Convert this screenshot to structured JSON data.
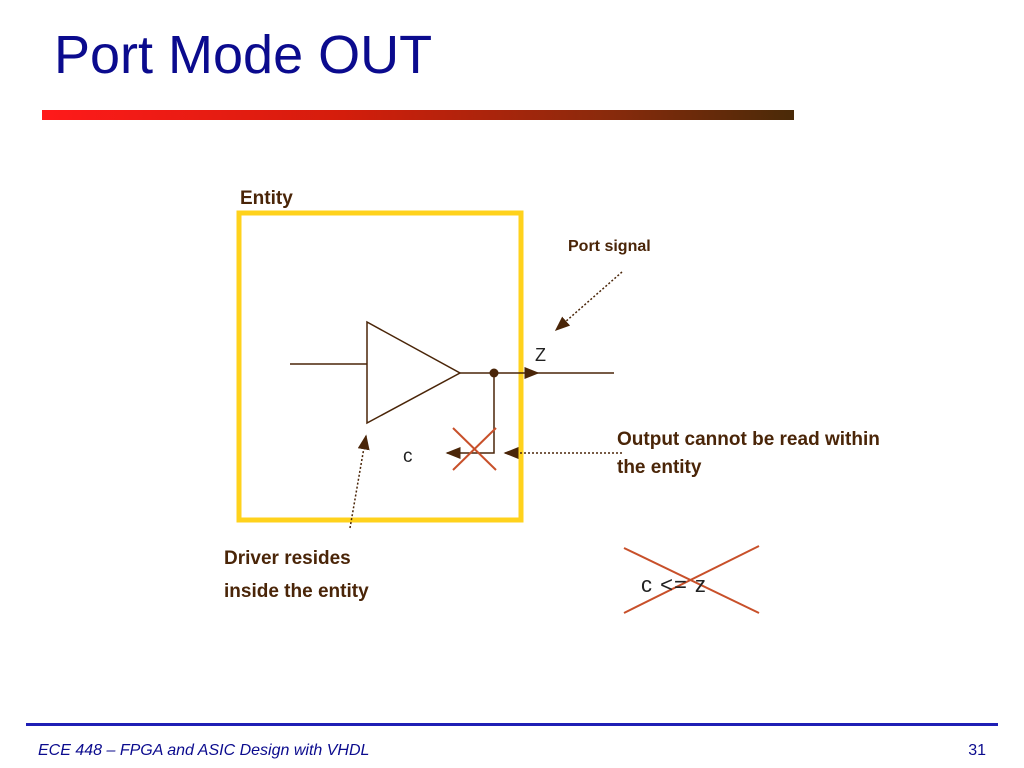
{
  "slide": {
    "title": "Port Mode OUT",
    "footer": "ECE 448 – FPGA and ASIC Design with VHDL",
    "page_number": "31"
  },
  "diagram": {
    "entity_label": "Entity",
    "port_signal_label": "Port signal",
    "port_z_label": "Z",
    "internal_c_label": "c",
    "output_note_line1": "Output cannot be read within",
    "output_note_line2": "the entity",
    "driver_note_line1": "Driver resides",
    "driver_note_line2": "inside the entity",
    "code": "c <= z"
  },
  "colors": {
    "title": "#0b0b8e",
    "entity_box": "#ffd21c",
    "annotation_text": "#4a2508",
    "wire": "#4a2508",
    "cross_out": "#c8502a",
    "footer_rule": "#1f1fb5"
  },
  "icons": {
    "buffer": "buffer-gate-icon",
    "cross": "cross-out-icon"
  }
}
